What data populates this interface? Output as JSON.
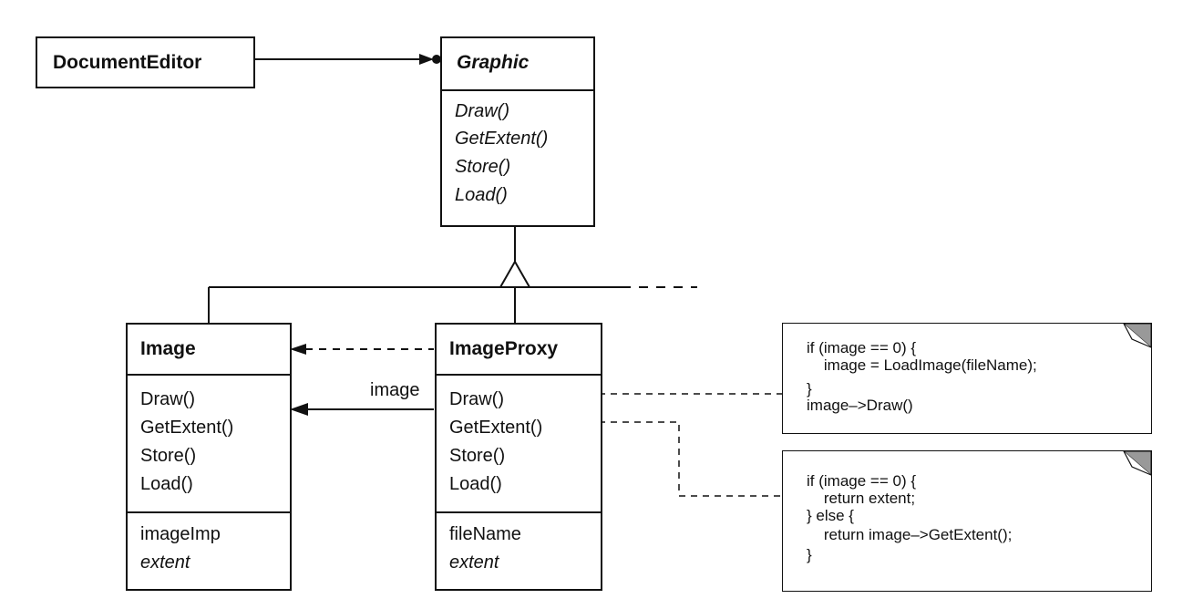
{
  "classes": {
    "document_editor": {
      "name": "DocumentEditor"
    },
    "graphic": {
      "name": "Graphic",
      "operations": [
        "Draw()",
        "GetExtent()",
        "Store()",
        "Load()"
      ]
    },
    "image": {
      "name": "Image",
      "operations": [
        "Draw()",
        "GetExtent()",
        "Store()",
        "Load()"
      ],
      "attributes": [
        "imageImp",
        "extent"
      ]
    },
    "image_proxy": {
      "name": "ImageProxy",
      "operations": [
        "Draw()",
        "GetExtent()",
        "Store()",
        "Load()"
      ],
      "attributes": [
        "fileName",
        "extent"
      ]
    }
  },
  "association_label": "image",
  "notes": {
    "draw_note": [
      "if (image == 0) {",
      "    image = LoadImage(fileName);",
      "}",
      "image–>Draw()"
    ],
    "extent_note": [
      "if (image == 0) {",
      "    return extent;",
      "} else {",
      "    return image–>GetExtent();",
      "}"
    ]
  }
}
